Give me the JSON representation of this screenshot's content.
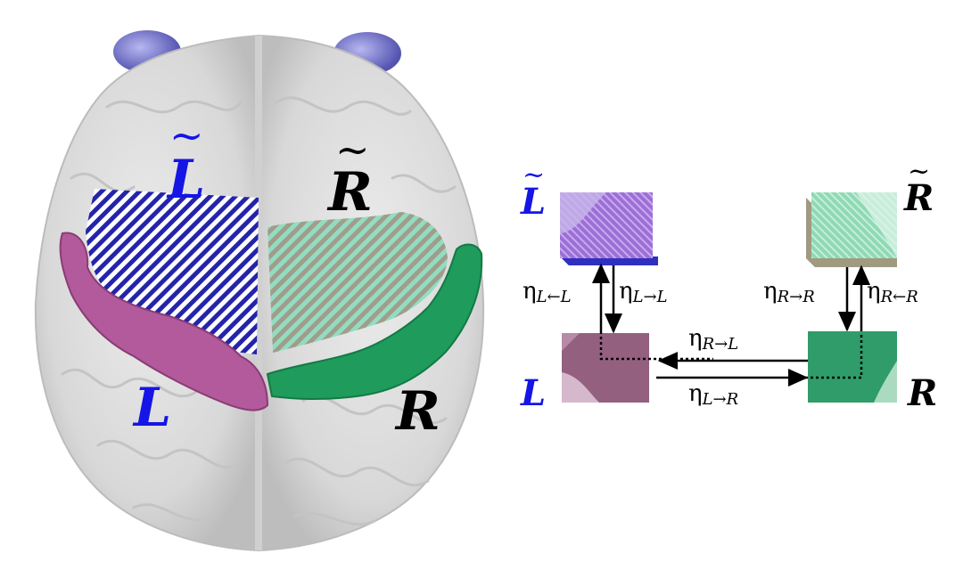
{
  "brain": {
    "labels": {
      "left_tilde": "L",
      "right_tilde": "R",
      "left": "L",
      "right": "R"
    },
    "colors": {
      "left_label": "#1515e6",
      "right_label": "#000000",
      "left_tilde_region": "#1a1aa8",
      "right_tilde_region": "#7fd4b8",
      "left_region": "#b25a9c",
      "right_region": "#1f9b5c",
      "cortex": "#d9d9d9",
      "eyes": "#6f6fc8"
    }
  },
  "schematic": {
    "nodes": {
      "left_tilde": "L",
      "right_tilde": "R",
      "left": "L",
      "right": "R"
    },
    "couplings": {
      "eta_sym": "η",
      "lt_from_l_1": "L",
      "lt_from_l_arrow": "←",
      "lt_from_l_2": "L",
      "lt_to_l_1": "L",
      "lt_to_l_arrow": "→",
      "lt_to_l_2": "L",
      "rt_to_r_1": "R",
      "rt_to_r_arrow": "→",
      "rt_to_r_2": "R",
      "rt_from_r_1": "R",
      "rt_from_r_arrow": "←",
      "rt_from_r_2": "R",
      "r_to_l_1": "R",
      "r_to_l_arrow": "→",
      "r_to_l_2": "L",
      "l_to_r_1": "L",
      "l_to_r_arrow": "→",
      "l_to_r_2": "R"
    },
    "colors": {
      "left_tilde_box": "#9b6fd6",
      "left_tilde_edge": "#3030c0",
      "right_tilde_box": "#8fd9b5",
      "right_tilde_edge": "#a09a80",
      "left_box": "#946080",
      "right_box": "#2f9c6a",
      "left_label": "#1515e6",
      "right_label": "#000000"
    }
  }
}
